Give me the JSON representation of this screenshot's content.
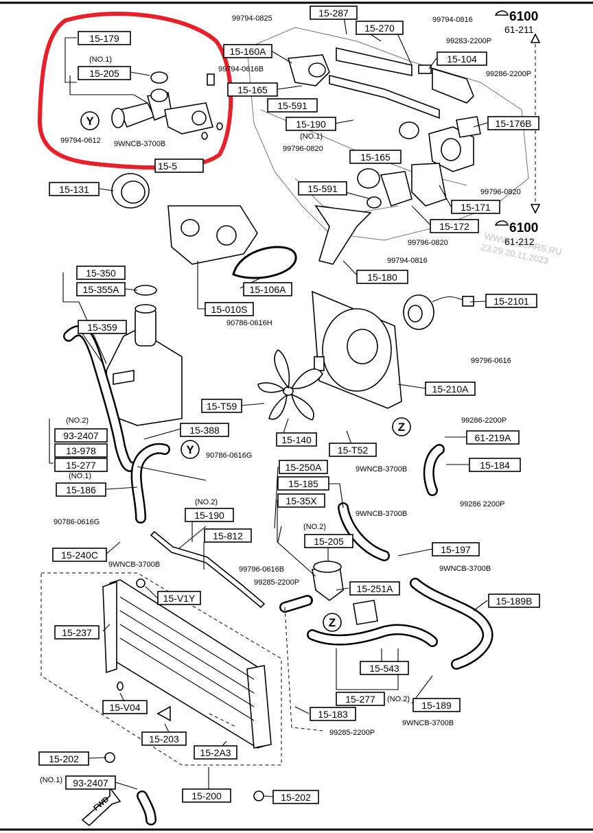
{
  "watermark": {
    "site": "WWW.LUCARS.RU",
    "stamp": "23:29 20.11.2023"
  },
  "refs": {
    "top": {
      "main": "6100",
      "sub": "61-211"
    },
    "bottom": {
      "main": "6100",
      "sub": "61-212"
    },
    "fwd": "FWD"
  },
  "markers": {
    "y": "Y",
    "z": "Z"
  },
  "highlight": {
    "color": "#e8202a",
    "label": "15-179 / 15-205 / 15-5..."
  },
  "parts": {
    "p15_179": "15-179",
    "p15_205_a": "15-205",
    "p15_131": "15-131",
    "p15_160a": "15-160A",
    "p15_165_a": "15-165",
    "p15_287": "15-287",
    "p15_270": "15-270",
    "p15_104": "15-104",
    "p15_591_a": "15-591",
    "p15_190_a": "15-190",
    "p15_176b": "15-176B",
    "p15_165_b": "15-165",
    "p15_591_b": "15-591",
    "p15_171": "15-171",
    "p15_172": "15-172",
    "p15_180": "15-180",
    "p15_106a": "15-106A",
    "p15_010s": "15-010S",
    "p15_350": "15-350",
    "p15_355a": "15-355A",
    "p15_359": "15-359",
    "p15_2101": "15-2101",
    "p15_210a": "15-210A",
    "p15_t59": "15-T59",
    "p15_140": "15-140",
    "p15_t52": "15-T52",
    "p61_219a": "61-219A",
    "p15_184": "15-184",
    "p15_388": "15-388",
    "p93_2407_a": "93-2407",
    "p13_978": "13-978",
    "p15_277_a": "15-277",
    "p15_186": "15-186",
    "p15_250a": "15-250A",
    "p15_185": "15-185",
    "p15_35x": "15-35X",
    "p15_190_b": "15-190",
    "p15_812": "15-812",
    "p15_205_b": "15-205",
    "p15_197": "15-197",
    "p15_240c": "15-240C",
    "p15_v1y": "15-V1Y",
    "p15_251a": "15-251A",
    "p15_189b": "15-189B",
    "p15_237": "15-237",
    "p15_543": "15-543",
    "p15_277_b": "15-277",
    "p15_189": "15-189",
    "p15_v04": "15-V04",
    "p15_183": "15-183",
    "p15_203": "15-203",
    "p15_2a3": "15-2A3",
    "p15_202_a": "15-202",
    "p93_2407_b": "93-2407",
    "p15_200": "15-200",
    "p15_202_b": "15-202"
  },
  "notes": {
    "n99794_0825": "99794-0825",
    "n99794_0816_top": "99794-0816",
    "n99283_2200p": "99283-2200P",
    "n99286_2200p_top": "99286-2200P",
    "n99794_0616b": "99794-0616B",
    "no1_a": "(NO.1)",
    "n99794_0612": "99794-0612",
    "n9wncb_a": "9WNCB-3700B",
    "no1_b": "(NO.1)",
    "n99796_0820_a": "99796-0820",
    "n99796_0820_b": "99796-0820",
    "n99796_0820_c": "99796-0820",
    "n99794_0816_b": "99794-0816",
    "n90786_0616h": "90786-0616H",
    "n99796_0616": "99796-0616",
    "n99286_2200p_mid": "99286-2200P",
    "no2_a": "(NO.2)",
    "no1_c": "(NO.1)",
    "n90786_0616g_a": "90786-0616G",
    "n9wncb_b": "9WNCB-3700B",
    "n99286_2200": "99286 2200P",
    "no2_b": "(NO.2)",
    "n9wncb_c": "9WNCB-3700B",
    "n90786_0616g_b": "90786-0616G",
    "no2_c": "(NO.2)",
    "n9wncb_d": "9WNCB-3700B",
    "n99796_0616b": "99796-0616B",
    "n99285_2200p_a": "99285-2200P",
    "n9wncb_e": "9WNCB-3700B",
    "no2_d": "(NO.2)",
    "n9wncb_f": "9WNCB-3700B",
    "n99285_2200p_b": "99285-2200P",
    "no1_d": "(NO.1)"
  }
}
